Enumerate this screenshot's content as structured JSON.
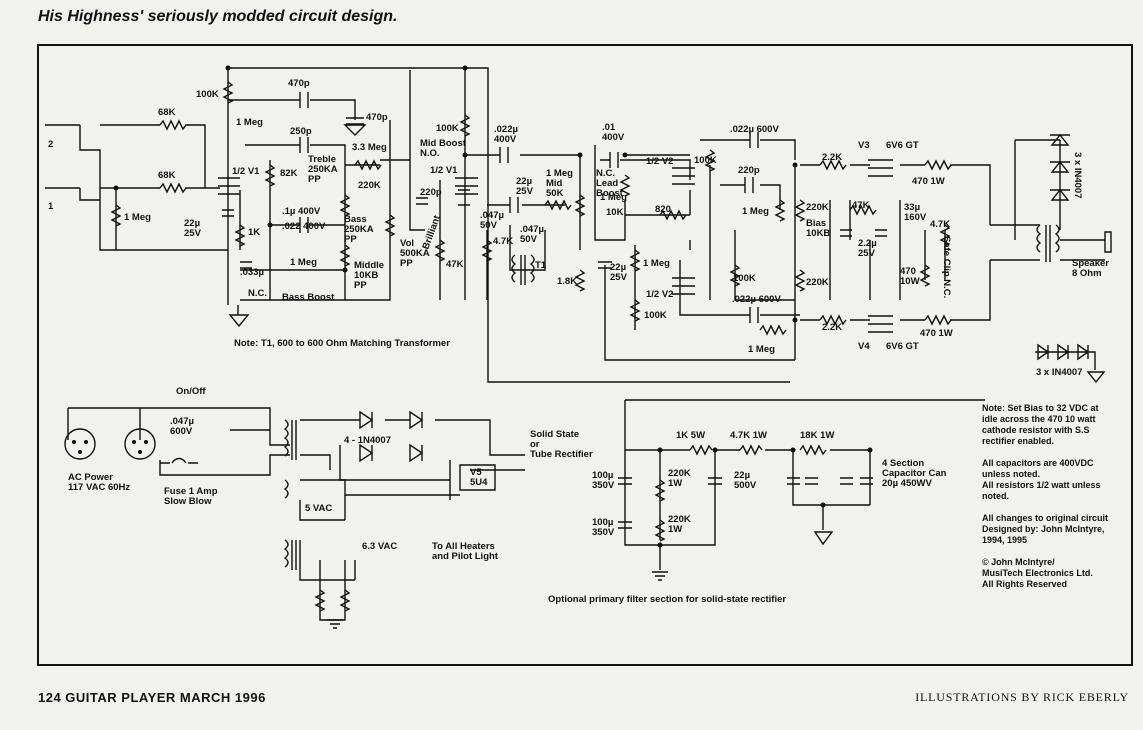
{
  "title": "His Highness' seriously modded circuit design.",
  "footer": {
    "left": "124 GUITAR PLAYER MARCH 1996",
    "right": "ILLUSTRATIONS BY RICK EBERLY"
  },
  "labels": {
    "r100k_a": "100K",
    "c470p_a": "470p",
    "c470p_b": "470p",
    "r1meg_a": "1 Meg",
    "r68k_a": "68K",
    "r68k_b": "68K",
    "jack2": "2",
    "jack1": "1",
    "r1meg_b": "1 Meg",
    "v1a": "1/2 V1",
    "c250p": "250p",
    "r33meg": "3.3 Meg",
    "r82k": "82K",
    "treble": "Treble\n250KA\nPP",
    "r220k_a": "220K",
    "midboost": "Mid Boost\nN.O.",
    "c220p_a": "220p",
    "v1b": "1/2 V1",
    "r100k_b": "100K",
    "c1u400": ".1µ 400V",
    "c022_400": ".022 400V",
    "bass": "Bass\n250KA\nPP",
    "c22u25": "22µ\n25V",
    "r1k": "1K",
    "r1meg_c": "1 Meg",
    "middle": "Middle\n10KB\nPP",
    "vol": "Vol\n500KA\nPP",
    "brilliant": "Brilliant",
    "r47k_a": "47K",
    "c033": ".033µ",
    "nc_a": "N.C.",
    "bassboost": "Bass Boost",
    "c022_400b": ".022µ\n400V",
    "c01_400": ".01\n400V",
    "c22u25b": "22µ\n25V",
    "c047_50": ".047µ\n50V",
    "c047_50b": ".047µ\n50V",
    "r47k_b": "4.7K",
    "midpot": "1 Meg\nMid\n50K",
    "nc_lead": "N.C.\nLead\nBoost",
    "r1meg_d": "1 Meg",
    "r820": "820",
    "r10k": "10K",
    "t1": "T1",
    "r18k": "1.8K",
    "c22u25c": "22µ\n25V",
    "v2a": "1/2 V2",
    "r100k_c": "100K",
    "c022_600": ".022µ 600V",
    "c220p_b": "220p",
    "r1meg_e": "1 Meg",
    "r1meg_f": "1 Meg",
    "r100k_d": "100K",
    "v2b": "1/2 V2",
    "r100k_e": "100K",
    "c022_600b": ".022µ 600V",
    "r1meg_g": "1 Meg",
    "r22k_a": "2.2K",
    "r220k_b": "220K",
    "bias": "Bias\n10KB",
    "r47k_c": "47K",
    "r220k_c": "220K",
    "c22u25d": "2.2µ\n25V",
    "c33u160": "33µ\n160V",
    "r47k_d": "4.7K",
    "r470_10w": "470\n10W",
    "safeclip": "Safe Clip N.C.",
    "r22k_b": "2.2K",
    "v3": "V3",
    "v3type": "6V6 GT",
    "r470_1w_a": "470 1W",
    "v4": "V4",
    "v4type": "6V6 GT",
    "r470_1w_b": "470 1W",
    "diodes_a": "3 x IN4007",
    "diodes_b": "3 x IN4007",
    "speaker": "Speaker\n8 Ohm",
    "t1note": "Note: T1, 600 to 600 Ohm Matching Transformer",
    "onoff": "On/Off",
    "c047_600": ".047µ\n600V",
    "acpower": "AC Power\n117 VAC 60Hz",
    "fuse": "Fuse 1 Amp\nSlow Blow",
    "diodes4": "4 - 1N4007",
    "v5": "V5\n5U4",
    "solidstate": "Solid State\nor\nTube Rectifier",
    "v5vac": "5 VAC",
    "v63vac": "6.3 VAC",
    "heaters": "To All Heaters\nand Pilot Light",
    "r1k5w": "1K 5W",
    "r47k1w": "4.7K 1W",
    "r18k1w": "18K 1W",
    "c100u_a": "100µ\n350V",
    "r220k1w_a": "220K\n1W",
    "c22u500": "22µ\n500V",
    "c100u_b": "100µ\n350V",
    "r220k1w_b": "220K\n1W",
    "fourcap": "4 Section\nCapacitor Can\n20µ 450WV",
    "optnote": "Optional primary filter section for solid-state rectifier"
  },
  "notes": [
    "Note: Set Bias to 32 VDC at",
    "idle across the 470 10 watt",
    "cathode resistor with S.S",
    "rectifier enabled.",
    "",
    "All capacitors are 400VDC",
    "unless noted.",
    "All resistors 1/2 watt unless",
    "noted.",
    "",
    "All changes to original circuit",
    "Designed by: John McIntyre,",
    "1994, 1995",
    "",
    "© John McIntyre/",
    "MusiTech Electronics Ltd.",
    "All Rights Reserved"
  ]
}
